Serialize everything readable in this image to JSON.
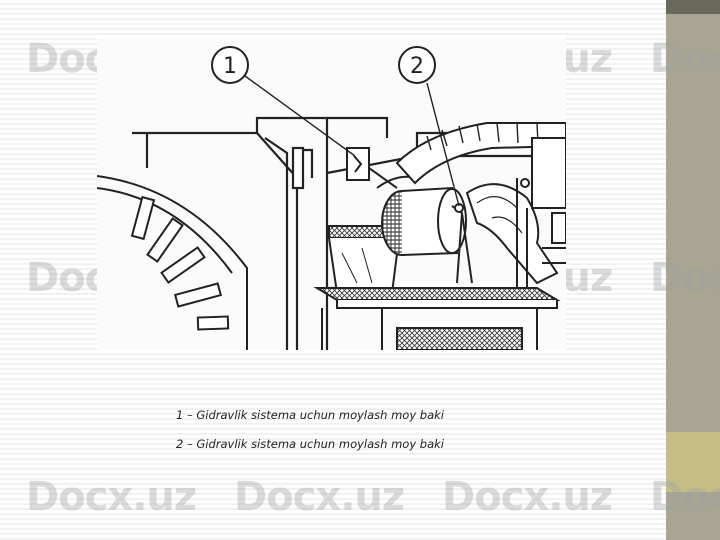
{
  "figure": {
    "callouts": [
      "1",
      "2"
    ]
  },
  "captions": [
    "1 – Gidravlik sistema uchun  moylash moy baki",
    "2 – Gidravlik sistema uchun  moylash moy baki"
  ],
  "watermark": "Docx.uz",
  "colors": {
    "sidebar": "#a8a593",
    "sidebar_top": "#6a675b",
    "sidebar_accent": "#c6bd85"
  }
}
